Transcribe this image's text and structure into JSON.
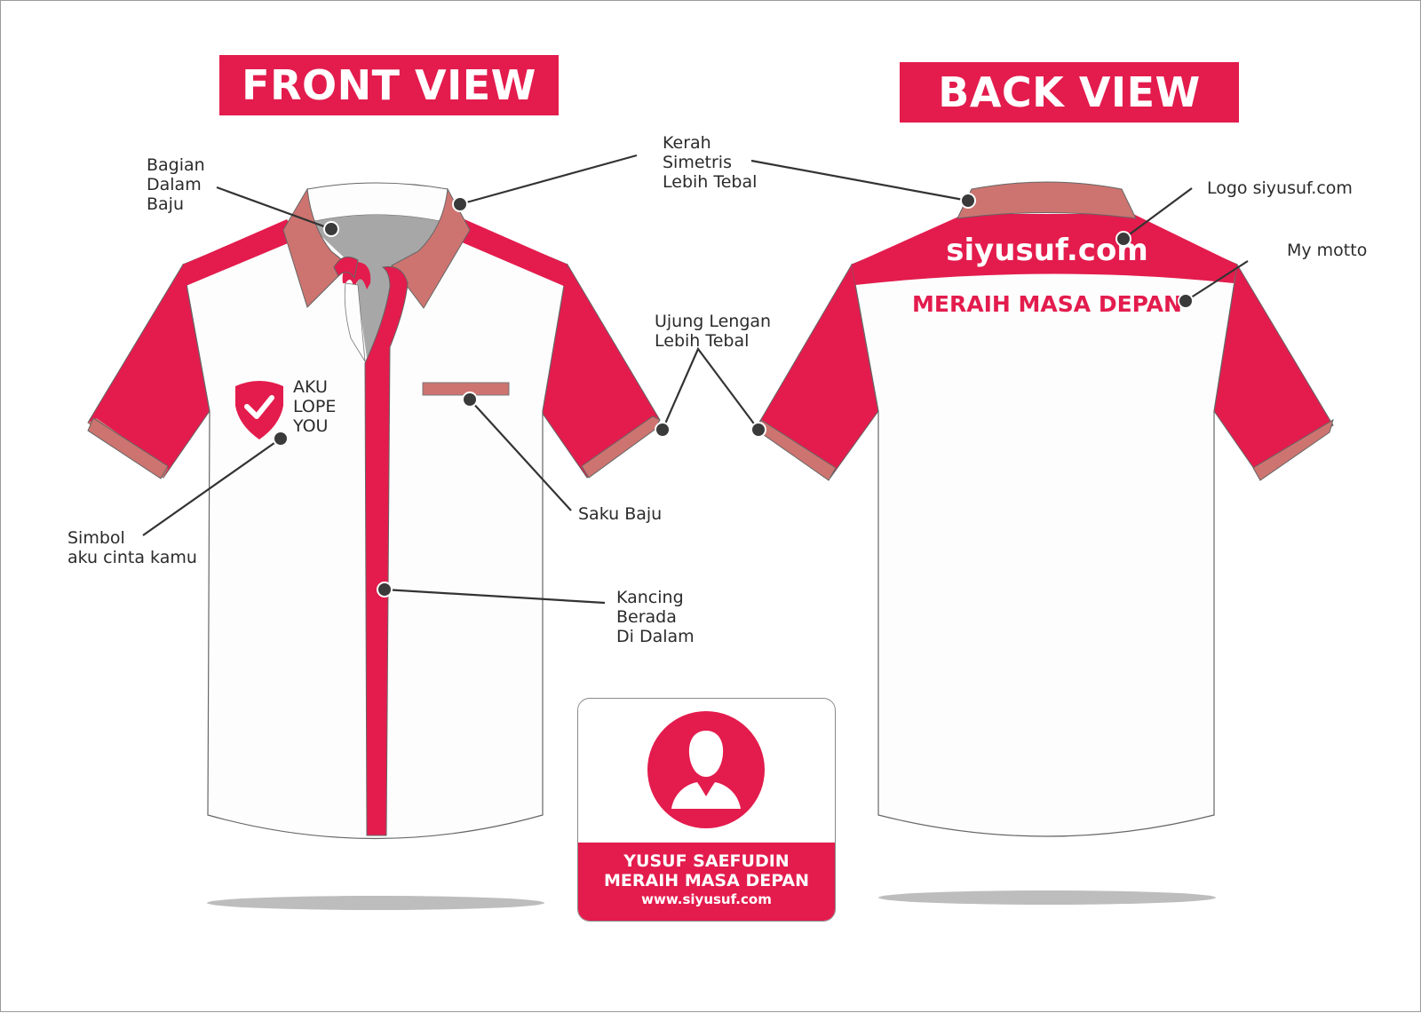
{
  "colors": {
    "accent": "#e31c4d",
    "collar": "#cd7470",
    "inner": "#a7a7a7",
    "body": "#fdfdfd",
    "outline": "#555555",
    "shadow": "#bdbdbd"
  },
  "titles": {
    "front": "FRONT VIEW",
    "back": "BACK VIEW"
  },
  "front": {
    "chest_text": "AKU\nLOPE\nYOU",
    "chest_icon": "shield-check-icon"
  },
  "back": {
    "logo_text": "siyusuf.com",
    "motto_text": "MERAIH MASA DEPAN"
  },
  "callouts": {
    "bagian_dalam": "Bagian\nDalam\nBaju",
    "kerah": "Kerah\nSimetris\nLebih Tebal",
    "logo": "Logo siyusuf.com",
    "motto": "My motto",
    "ujung_lengan": "Ujung Lengan\nLebih Tebal",
    "simbol": "Simbol\naku cinta kamu",
    "saku": "Saku Baju",
    "kancing": "Kancing\nBerada\nDi Dalam"
  },
  "id_card": {
    "avatar_icon": "user-avatar-icon",
    "name": "YUSUF SAEFUDIN",
    "motto": "MERAIH MASA DEPAN",
    "website": "www.siyusuf.com"
  }
}
